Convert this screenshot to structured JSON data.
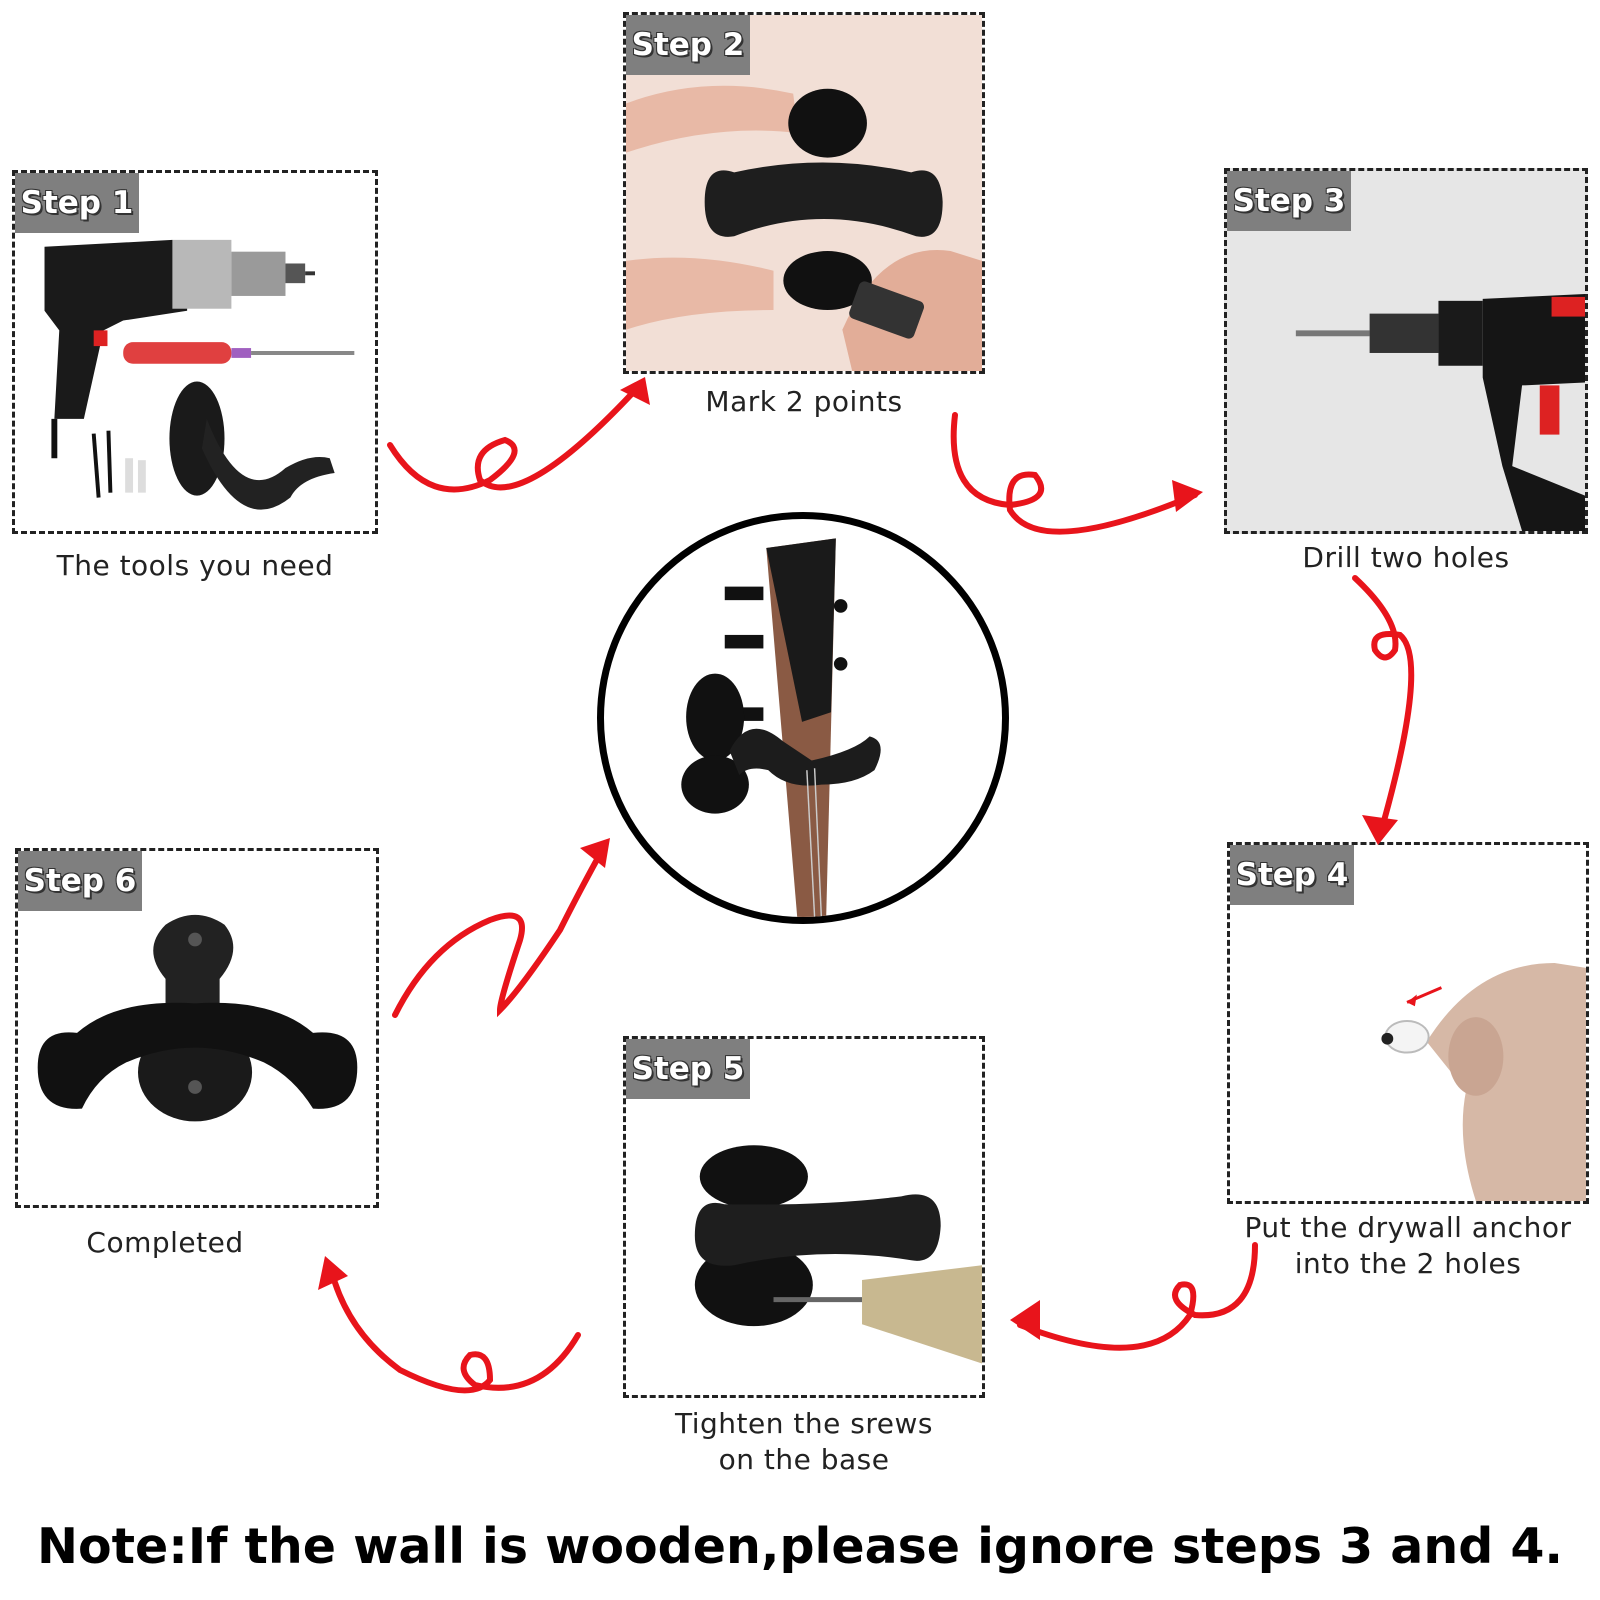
{
  "steps": [
    {
      "badge": "Step 1",
      "caption": "The tools you need"
    },
    {
      "badge": "Step 2",
      "caption": "Mark 2 points"
    },
    {
      "badge": "Step 3",
      "caption": "Drill two holes"
    },
    {
      "badge": "Step 4",
      "caption_line1": "Put the drywall anchor",
      "caption_line2": "into the 2 holes"
    },
    {
      "badge": "Step 5",
      "caption_line1": "Tighten the srews",
      "caption_line2": "on the base"
    },
    {
      "badge": "Step 6",
      "caption": "Completed"
    }
  ],
  "note": "Note:If the wall is wooden,please ignore steps 3 and 4.",
  "colors": {
    "arrow": "#e8141b",
    "badge_bg": "#7f7f7f",
    "border": "#222222"
  }
}
